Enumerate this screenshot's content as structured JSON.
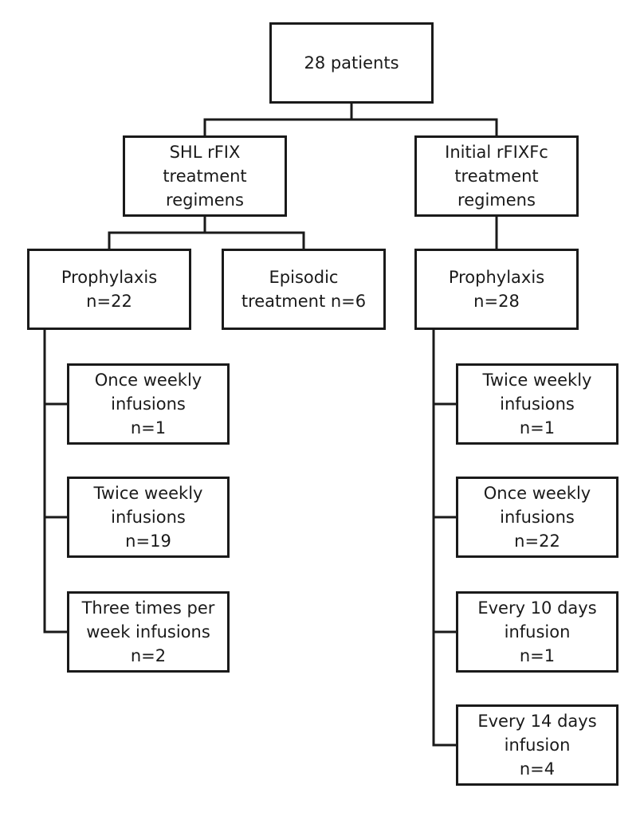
{
  "diagram": {
    "root": {
      "lines": [
        "28 patients"
      ]
    },
    "shl_group": {
      "lines": [
        "SHL rFIX",
        "treatment",
        "regimens"
      ]
    },
    "rfixfc_group": {
      "lines": [
        "Initial rFIXFc",
        "treatment",
        "regimens"
      ]
    },
    "shl_prophylaxis": {
      "lines": [
        "Prophylaxis",
        "n=22"
      ]
    },
    "shl_episodic": {
      "lines": [
        "Episodic",
        "treatment n=6"
      ]
    },
    "rfixfc_prophylaxis": {
      "lines": [
        "Prophylaxis",
        "n=28"
      ]
    },
    "shl_regimens": [
      {
        "lines": [
          "Once weekly",
          "infusions",
          "n=1"
        ]
      },
      {
        "lines": [
          "Twice weekly",
          "infusions",
          "n=19"
        ]
      },
      {
        "lines": [
          "Three times per",
          "week infusions",
          "n=2"
        ]
      }
    ],
    "rfixfc_regimens": [
      {
        "lines": [
          "Twice weekly",
          "infusions",
          "n=1"
        ]
      },
      {
        "lines": [
          "Once weekly",
          "infusions",
          "n=22"
        ]
      },
      {
        "lines": [
          "Every 10 days",
          "infusion",
          "n=1"
        ]
      },
      {
        "lines": [
          "Every 14 days",
          "infusion",
          "n=4"
        ]
      }
    ],
    "line_color": "#1a1a1a"
  }
}
